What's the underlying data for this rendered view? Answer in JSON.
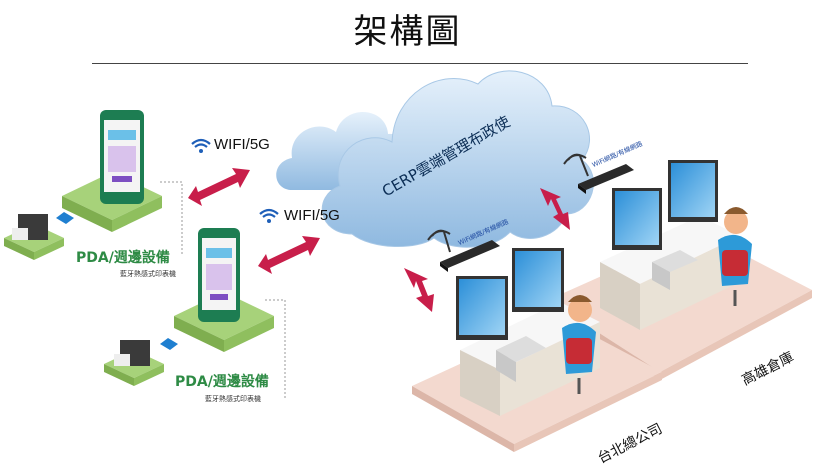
{
  "title": "架構圖",
  "cloud": {
    "label": "CERP雲端管理布政使"
  },
  "links": [
    {
      "label": "WIFI/5G"
    },
    {
      "label": "WIFI/5G"
    }
  ],
  "routers": [
    {
      "label": "WiFi網路/有線網路"
    },
    {
      "label": "WiFi網路/有線網路"
    }
  ],
  "devices": [
    {
      "label": "PDA/週邊設備",
      "sublabel": "藍牙熱感式印表機"
    },
    {
      "label": "PDA/週邊設備",
      "sublabel": "藍牙熱感式印表機"
    }
  ],
  "offices": [
    {
      "label": "台北總公司"
    },
    {
      "label": "高雄倉庫"
    }
  ],
  "colors": {
    "arrow": "#c81e4a",
    "cloud": "#b9d6ef",
    "platform": "#9ccc6e",
    "floor": "#f3d9cf",
    "label_green": "#2e8b45"
  }
}
